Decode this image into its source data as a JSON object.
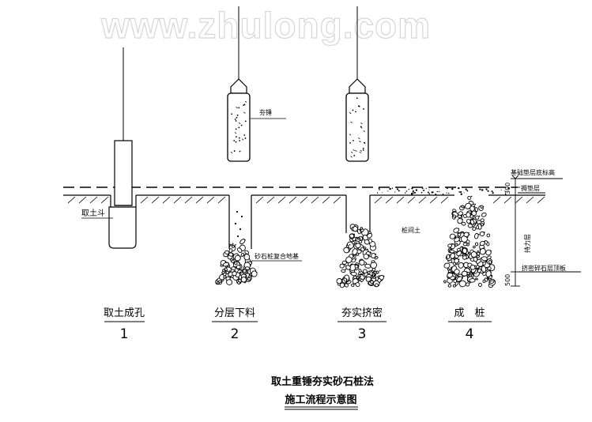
{
  "watermark": "www.zhulong.com",
  "labels": {
    "qutudou": "取土斗",
    "hangchui": "夯锤",
    "composite": "砂石桩复合地基",
    "soil_between": "桩间土",
    "foundation_elev": "基础垫层底标高",
    "cushion": "褥垫层",
    "bearing": "持力层",
    "dense_top": "挤密碎石层顶板",
    "dim_top": "300",
    "dim_bottom": "500"
  },
  "steps": [
    {
      "name": "取土成孔",
      "num": "1"
    },
    {
      "name": "分层下料",
      "num": "2"
    },
    {
      "name": "夯实挤密",
      "num": "3"
    },
    {
      "name": "成　桩",
      "num": "4"
    }
  ],
  "title": {
    "line1": "取土重锤夯实砂石桩法",
    "line2": "施工流程示意图"
  }
}
